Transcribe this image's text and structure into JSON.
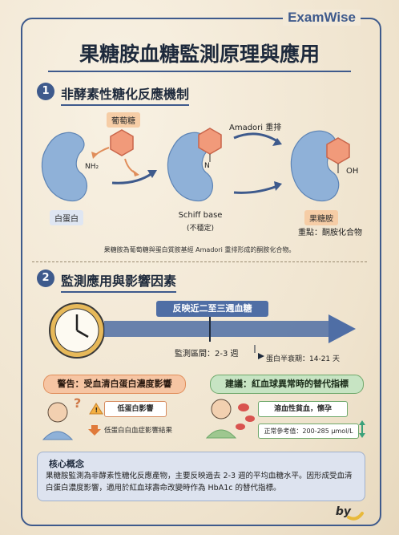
{
  "brand": "ExamWise",
  "title": "果糖胺血糖監測原理與應用",
  "section1": {
    "number": "1",
    "title": "非酵素性糖化反應機制",
    "glucose_label": "葡萄糖",
    "nh2_label": "NH₂",
    "n_label": "N",
    "oh_label": "OH",
    "amadori_label": "Amadori 重排",
    "albumin_label": "白蛋白",
    "schiff_label": "Schiff base",
    "schiff_sub": "(不穩定)",
    "fructosamine_label": "果糖胺",
    "key_point": "重點：酮胺化合物",
    "note": "果糖胺為葡萄糖與蛋白質胺基經 Amadori 重排形成的酮胺化合物。"
  },
  "section2": {
    "number": "2",
    "title": "監測應用與影響因素",
    "timeline_banner": "反映近二至三週血糖",
    "interval_label": "監測區間：2-3 週",
    "half_life_label": "蛋白半衰期：14-21 天",
    "warning_pill": "警告：受血清白蛋白濃度影響",
    "warning_item1": "低蛋白影響",
    "warning_item2": "低蛋白白血症影響結果",
    "advice_pill": "建議：紅血球異常時的替代指標",
    "advice_item1": "溶血性貧血，懷孕",
    "reference_label": "正常參考值：200-285 μmol/L"
  },
  "concept": {
    "title": "核心概念",
    "body": "果糖胺監測為非酵素性糖化反應產物，主要反映過去 2-3 週的平均血糖水平。因形成受血清白蛋白濃度影響，適用於紅血球壽命改變時作為 HbA1c 的替代指標。"
  },
  "byline": "by",
  "colors": {
    "accent": "#3e5a8c",
    "protein": "#8fb1d8",
    "glucose": "#f19a7a",
    "warning": "#f6c5a3",
    "ok": "#c7e4c3"
  }
}
